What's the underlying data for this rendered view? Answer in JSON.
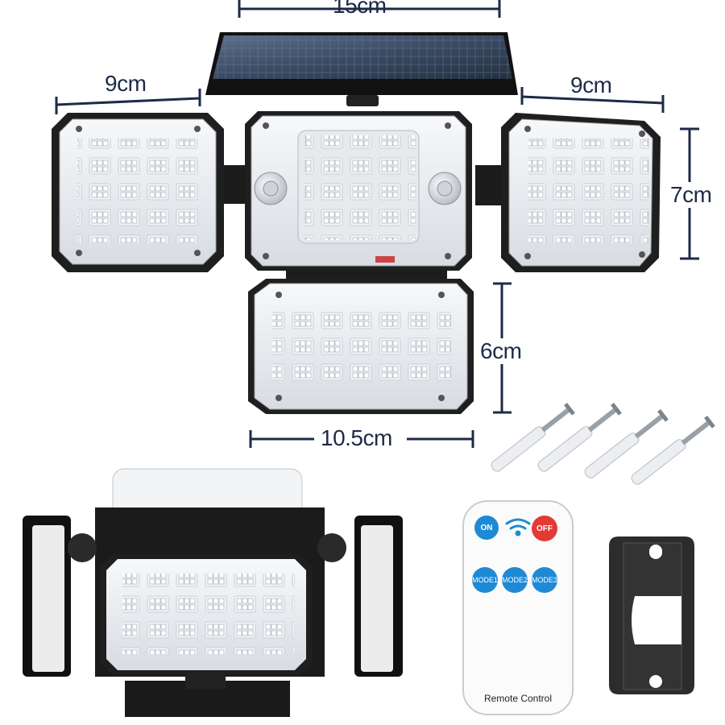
{
  "dimensions": {
    "panel_width": "15cm",
    "left_wing_width": "9cm",
    "right_wing_width": "9cm",
    "wing_height": "7cm",
    "bottom_height": "6cm",
    "bottom_width": "10.5cm"
  },
  "remote": {
    "on_label": "ON",
    "off_label": "OFF",
    "mode1_label": "MODE1",
    "mode2_label": "MODE2",
    "mode3_label": "MODE3",
    "caption": "Remote Control"
  },
  "colors": {
    "dimension_text": "#1d2b47",
    "on_button": "#1e8ad6",
    "off_button": "#e53935",
    "mode_button": "#1e8ad6",
    "wifi_icon": "#1e8ad6"
  }
}
